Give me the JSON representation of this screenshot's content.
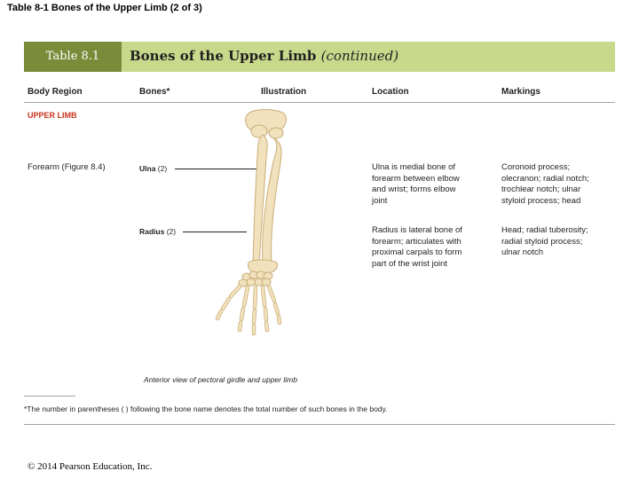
{
  "slide_title": "Table 8-1 Bones of the Upper Limb (2 of 3)",
  "table": {
    "tag": "Table 8.1",
    "title": "Bones of the Upper Limb",
    "title_suffix": "(continued)",
    "headers": [
      "Body Region",
      "Bones*",
      "Illustration",
      "Location",
      "Markings"
    ],
    "section": "UPPER LIMB",
    "region": "Forearm (Figure 8.4)",
    "rows": [
      {
        "bone": "Ulna",
        "count": "(2)",
        "location": [
          "Ulna is medial bone of",
          "forearm between elbow",
          "and wrist; forms elbow",
          "joint"
        ],
        "markings": [
          "Coronoid process;",
          "olecranon; radial notch;",
          "trochlear notch; ulnar",
          "styloid process; head"
        ]
      },
      {
        "bone": "Radius",
        "count": "(2)",
        "location": [
          "Radius is lateral bone of",
          "forearm; articulates with",
          "proximal carpals to form",
          "part of the wrist joint"
        ],
        "markings": [
          "Head; radial tuberosity;",
          "radial styloid process;",
          "ulnar notch"
        ]
      }
    ],
    "caption": "Anterior view of pectoral girdle and upper limb",
    "footnote": "*The number in parentheses ( ) following the bone name denotes the total number of such bones in the body."
  },
  "copyright": "© 2014 Pearson Education, Inc.",
  "colors": {
    "band": "#c8d98c",
    "tag": "#7a8c3a",
    "section": "#c8331c",
    "bone": "#f1e2bd",
    "bone_outline": "#c9ad77"
  }
}
